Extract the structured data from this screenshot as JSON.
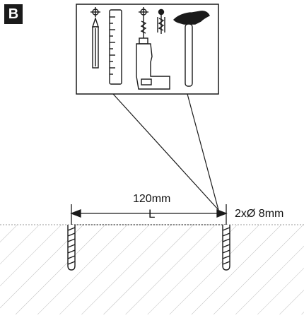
{
  "step_label": "B",
  "labels": {
    "distance": "120mm",
    "span_symbol": "L",
    "hole_spec": "2xØ 8mm"
  },
  "tools": [
    "pencil-icon",
    "ruler-icon",
    "drill-icon",
    "wall-plug-icon",
    "hammer-icon"
  ],
  "colors": {
    "ink": "#1a1a1a",
    "hatch": "#bdbdbd",
    "badge": "#1a1a1a"
  }
}
